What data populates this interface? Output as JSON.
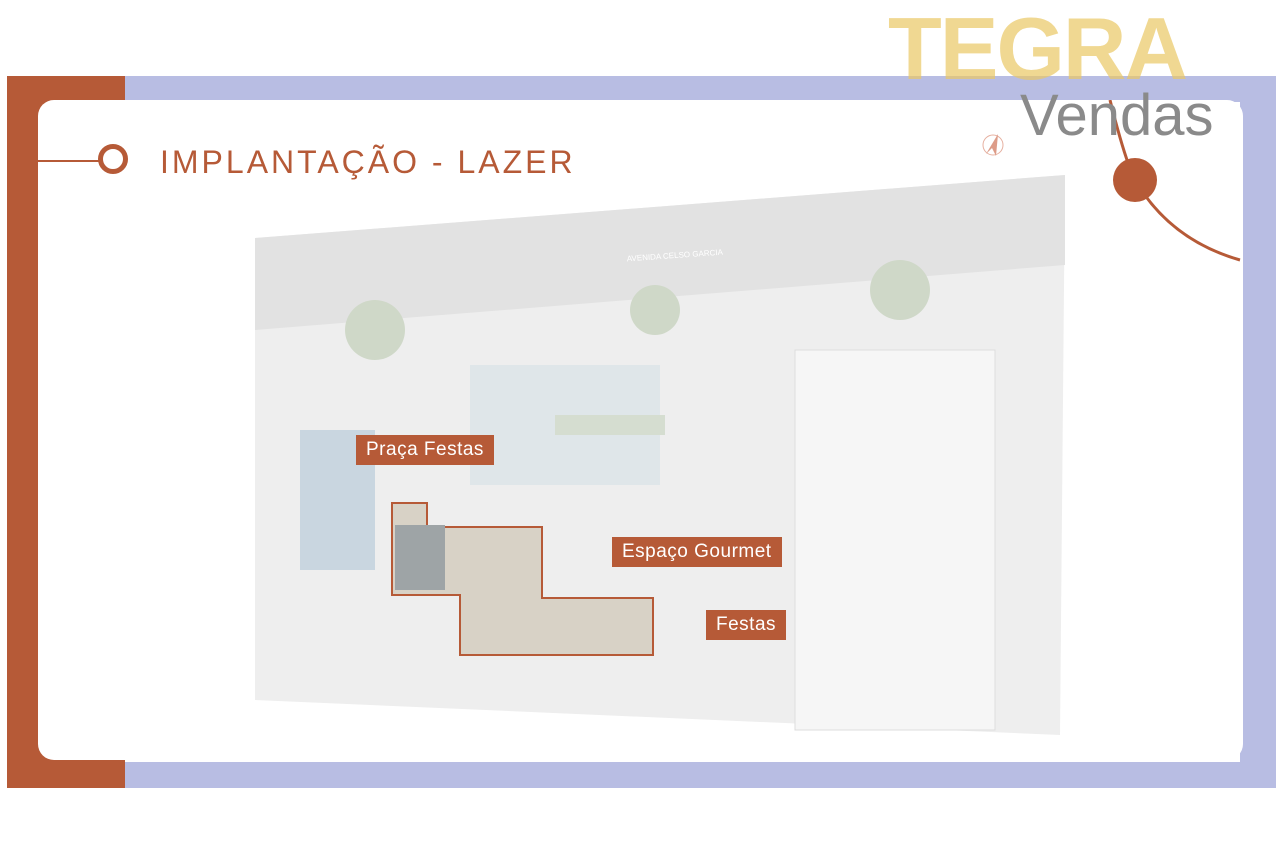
{
  "title": "IMPLANTAÇÃO - LAZER",
  "logo": {
    "brand": "TEGRA",
    "sub": "Vendas"
  },
  "map": {
    "street": "AVENIDA CELSO GARCIA",
    "labels": [
      "Praça Festas",
      "Espaço Gourmet",
      "Festas"
    ]
  },
  "colors": {
    "accent": "#b65a37",
    "frame": "#b8bde3"
  }
}
